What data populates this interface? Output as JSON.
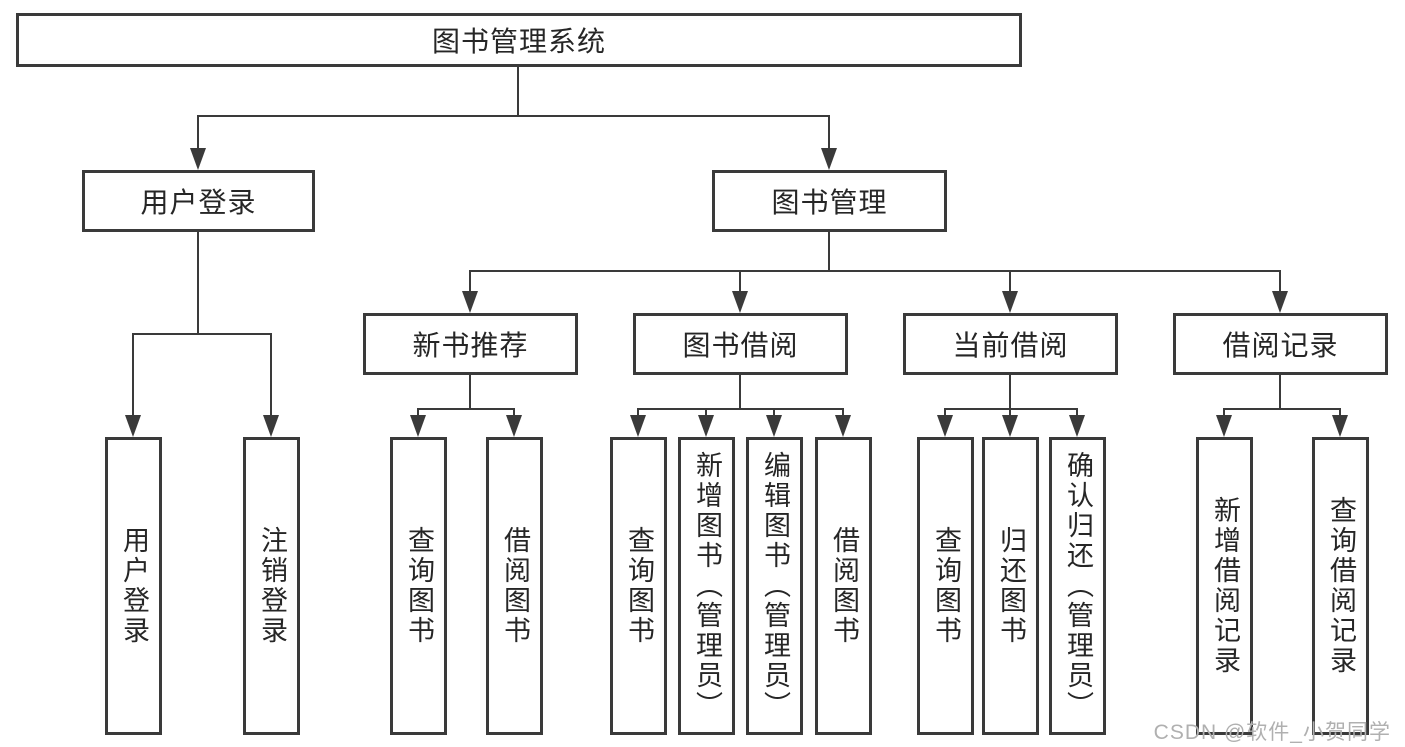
{
  "tree": {
    "root": "图书管理系统",
    "branches": [
      {
        "label": "用户登录",
        "leaves": [
          "用户登录",
          "注销登录"
        ]
      },
      {
        "label": "图书管理",
        "sections": [
          {
            "label": "新书推荐",
            "leaves": [
              "查询图书",
              "借阅图书"
            ]
          },
          {
            "label": "图书借阅",
            "leaves": [
              "查询图书",
              "新增图书（管理员）",
              "编辑图书（管理员）",
              "借阅图书"
            ]
          },
          {
            "label": "当前借阅",
            "leaves": [
              "查询图书",
              "归还图书",
              "确认归还（管理员）"
            ]
          },
          {
            "label": "借阅记录",
            "leaves": [
              "新增借阅记录",
              "查询借阅记录"
            ]
          }
        ]
      }
    ]
  },
  "watermark": "CSDN @软件_小贺同学",
  "colors": {
    "line": "#3a3a3a",
    "text": "#262626",
    "box_fill": "#ffffff",
    "background": "#ffffff",
    "watermark": "#b0b0b0"
  }
}
